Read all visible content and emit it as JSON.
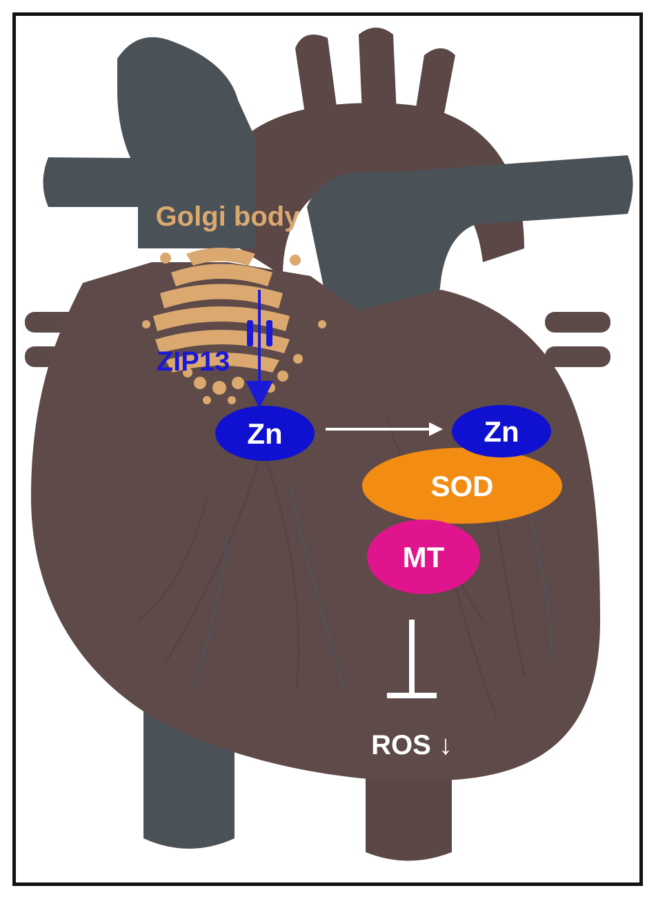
{
  "labels": {
    "golgi": "Golgi body",
    "transporter": "ZIP13",
    "zinc_source": "Zn",
    "zinc_target": "Zn",
    "sod": "SOD",
    "mt": "MT",
    "ros": "ROS ↓"
  },
  "colors": {
    "heart": "#5e4a48",
    "vessel": "#4a5157",
    "golgi": "#dba970",
    "zinc": "#1010d0",
    "sod": "#f28c12",
    "mt": "#e0148c",
    "arrow": "#ffffff",
    "transporter": "#1a1ad6"
  }
}
